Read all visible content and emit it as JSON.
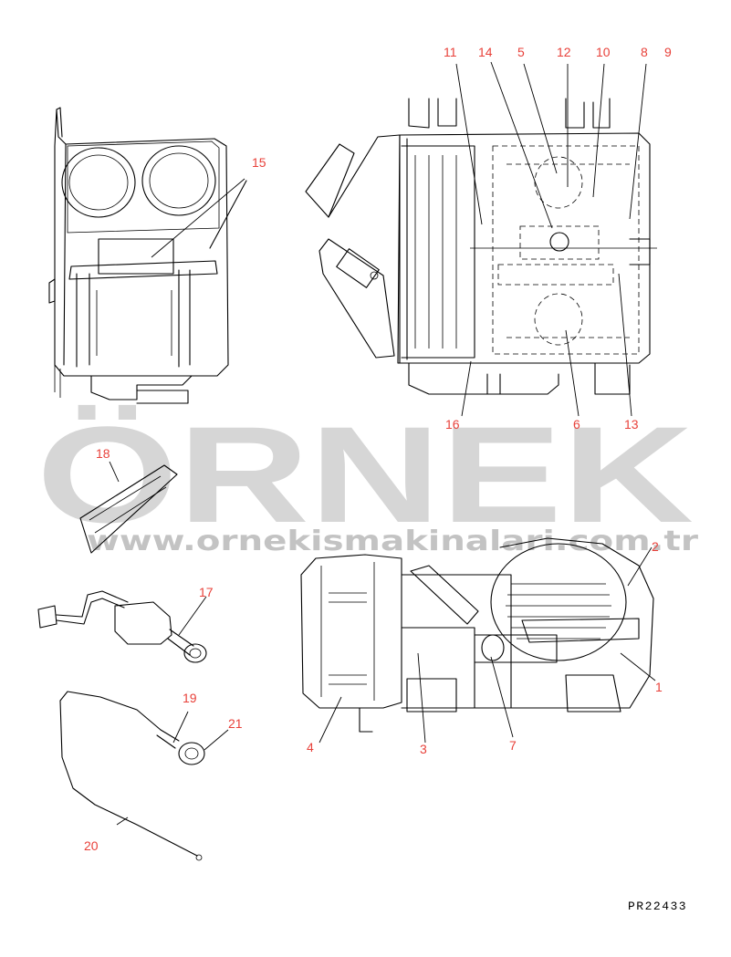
{
  "callouts": {
    "c1": "1",
    "c2": "2",
    "c3": "3",
    "c4": "4",
    "c5": "5",
    "c6": "6",
    "c7": "7",
    "c8": "8",
    "c9": "9",
    "c10": "10",
    "c11": "11",
    "c12": "12",
    "c13": "13",
    "c14": "14",
    "c15": "15",
    "c16": "16",
    "c17": "17",
    "c18": "18",
    "c19": "19",
    "c20": "20",
    "c21": "21"
  },
  "watermark": {
    "brand": "ÖRNEK",
    "url": "www.ornekismakinalari.com.tr"
  },
  "drawing_code": "PR22433",
  "colors": {
    "callout": "#e8413a",
    "watermark": "#cfcfcf",
    "line": "#000000"
  }
}
